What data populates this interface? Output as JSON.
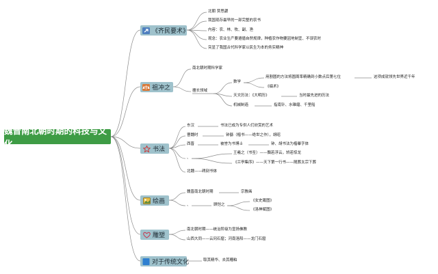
{
  "root": {
    "label": "魏晋南北朝时期的科技与文化"
  },
  "branches": [
    {
      "label": "《齐民要术》",
      "icon": "arrow-icon",
      "items": [
        "北朝 贾思勰",
        "我国现存最早的一部完整的农书",
        "内容：农、林、牧、副、渔",
        "观念：农业生产要遵循自然规律，种植农作物要因地制宜、不误农时",
        "突显了我国古代科学家以民生为本的务实精神"
      ]
    },
    {
      "label": "祖冲之",
      "icon": "scale-icon",
      "era": "南北朝时期科学家",
      "field_label": "擅长领域",
      "math_label": "数学",
      "math_a": "用割圆的方法将圆周率精确到小数点后第七位",
      "math_a_result": "这项成就领先世界近千年",
      "math_b": "《缀术》",
      "astro_label": "天文历法：《大明历》",
      "astro_note": "当时最先进的历法",
      "mech_label": "机械制造",
      "mech_note": "指南针、水碓磨、千里船"
    },
    {
      "label": "书法",
      "icon": "star-icon",
      "dynasty_1": "东汉",
      "note_1": "书法已成为专供人们欣赏的艺术",
      "dynasty_2": "曹魏时",
      "note_2": "钟繇（楷书——绝世之作），胡昭",
      "dynasty_3": "西晋",
      "note_3a": "被誉为书博士",
      "note_3b": "钟、胡书法为楷摹字体",
      "comma": "、",
      "wang_a": "王羲之（书圣）——飘若浮云，矫若惊龙",
      "wang_b": "《兰亭集序》——天下第一行书——随葬太宗下葬",
      "beiwei": "北魏——碑刻书体"
    },
    {
      "label": "绘画",
      "icon": "painting-icon",
      "era": "魏晋南北朝时期",
      "theme": "宗教画",
      "comma": "、",
      "painter": "顾恺之",
      "work_a": "《女史箴图》",
      "work_b": "《洛神赋图》"
    },
    {
      "label": "雕塑",
      "icon": "heart-icon",
      "items": [
        "南北朝时期——统治阶级为宣扬佛教",
        "山西大同——云冈石窟；河南洛阳——龙门石窟"
      ]
    },
    {
      "label": "对于传统文化",
      "icon": "square-icon",
      "note": "取其精华、去其糟粕"
    }
  ],
  "colors": {
    "root_bg": "#3e9c45",
    "branch_bg": "#9fc2cc",
    "line": "#8a8a8a"
  }
}
